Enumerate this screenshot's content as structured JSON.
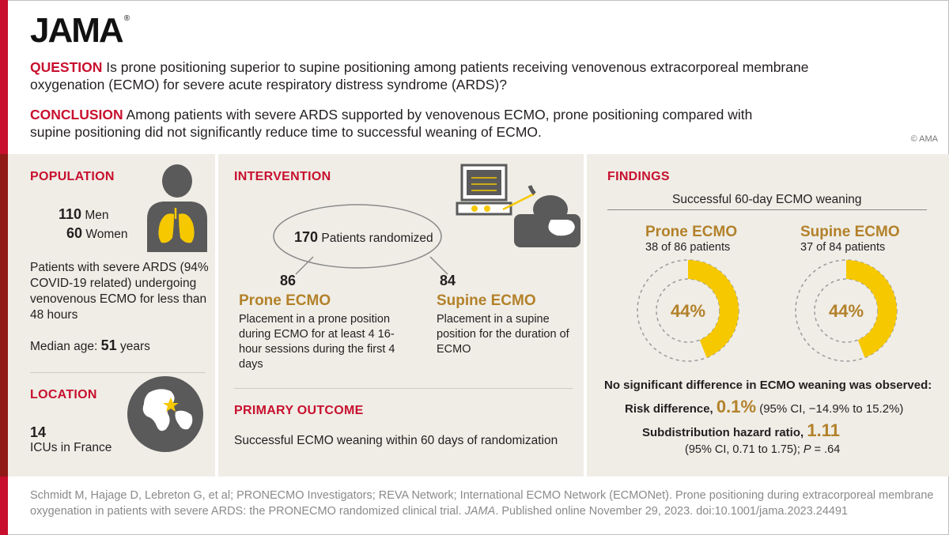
{
  "logo": {
    "text": "JAMA",
    "mark": "®"
  },
  "question": {
    "label": "QUESTION",
    "text": "Is prone positioning superior to supine positioning among patients receiving venovenous extracorporeal membrane oxygenation (ECMO) for severe acute respiratory distress syndrome (ARDS)?"
  },
  "conclusion": {
    "label": "CONCLUSION",
    "text": "Among patients with severe ARDS supported by venovenous ECMO, prone positioning compared with supine positioning did not significantly reduce time to successful weaning of ECMO."
  },
  "copyright": "© AMA",
  "population": {
    "heading": "POPULATION",
    "men_count": "110",
    "men_label": "Men",
    "women_count": "60",
    "women_label": "Women",
    "description": "Patients with severe ARDS (94% COVID-19 related) undergoing venovenous ECMO for less than 48 hours",
    "median_age_label": "Median age:",
    "median_age_value": "51",
    "median_age_unit": "years"
  },
  "location": {
    "heading": "LOCATION",
    "count": "14",
    "label": "ICUs in France"
  },
  "intervention": {
    "heading": "INTERVENTION",
    "randomized_count": "170",
    "randomized_label": "Patients randomized",
    "prone": {
      "count": "86",
      "title": "Prone ECMO",
      "description": "Placement in a prone position during ECMO for at least 4 16-hour sessions during the first 4 days"
    },
    "supine": {
      "count": "84",
      "title": "Supine ECMO",
      "description": "Placement in a supine position for the duration of ECMO"
    }
  },
  "primary_outcome": {
    "heading": "PRIMARY OUTCOME",
    "text": "Successful ECMO weaning within 60 days of randomization"
  },
  "findings": {
    "heading": "FINDINGS",
    "subtitle": "Successful 60-day ECMO weaning",
    "prone": {
      "title": "Prone ECMO",
      "subtitle": "38 of 86 patients",
      "percent_label": "44%",
      "fraction": 0.44
    },
    "supine": {
      "title": "Supine ECMO",
      "subtitle": "37 of 84 patients",
      "percent_label": "44%",
      "fraction": 0.44
    },
    "no_difference": "No significant difference in ECMO weaning was observed:",
    "risk_difference_label": "Risk difference,",
    "risk_difference_value": "0.1%",
    "risk_difference_ci": "(95% CI, −14.9% to 15.2%)",
    "shr_label": "Subdistribution hazard ratio,",
    "shr_value": "1.11",
    "shr_ci": "(95% CI, 0.71 to 1.75);",
    "p_label": "P",
    "p_value": "= .64"
  },
  "citation": {
    "authors": "Schmidt M, Hajage D, Lebreton G, et al; PRONECMO Investigators; REVA Network; International ECMO Network (ECMONet). Prone positioning during extracorporeal membrane oxygenation in patients with severe ARDS: the PRONECMO randomized clinical trial.",
    "journal": "JAMA",
    "published": ". Published online November 29, 2023. doi:10.1001/jama.2023.24491"
  },
  "colors": {
    "red": "#c8102e",
    "dark_red": "#8f1a16",
    "gold": "#b3812a",
    "yellow": "#f6c800",
    "panel": "#efede6"
  }
}
